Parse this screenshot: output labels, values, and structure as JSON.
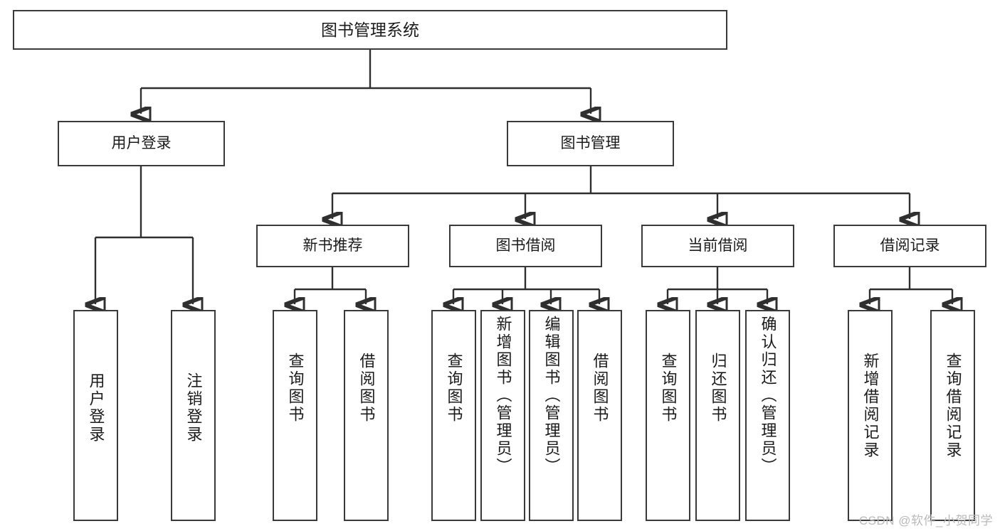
{
  "diagram": {
    "title": "图书管理系统",
    "type": "tree",
    "watermark": "CSDN @软件_小贺同学",
    "colors": {
      "box_border": "#3a3a3a",
      "box_fill": "#ffffff",
      "connector": "#2f2f2f",
      "text": "#1b1b1b",
      "watermark": "#b9b9b9",
      "background": "#ffffff"
    },
    "root": {
      "label": "图书管理系统"
    },
    "level1": [
      {
        "label": "用户登录"
      },
      {
        "label": "图书管理"
      }
    ],
    "level2": [
      {
        "label": "新书推荐"
      },
      {
        "label": "图书借阅"
      },
      {
        "label": "当前借阅"
      },
      {
        "label": "借阅记录"
      }
    ],
    "leaves": {
      "user_login": [
        {
          "label": "用户登录"
        },
        {
          "label": "注销登录"
        }
      ],
      "new_book_recommend": [
        {
          "label": "查询图书"
        },
        {
          "label": "借阅图书"
        }
      ],
      "book_borrow": [
        {
          "label": "查询图书"
        },
        {
          "label": "新增图书（管理员）"
        },
        {
          "label": "编辑图书（管理员）"
        },
        {
          "label": "借阅图书"
        }
      ],
      "current_borrow": [
        {
          "label": "查询图书"
        },
        {
          "label": "归还图书"
        },
        {
          "label": "确认归还（管理员）"
        }
      ],
      "borrow_record": [
        {
          "label": "新增借阅记录"
        },
        {
          "label": "查询借阅记录"
        }
      ]
    }
  }
}
